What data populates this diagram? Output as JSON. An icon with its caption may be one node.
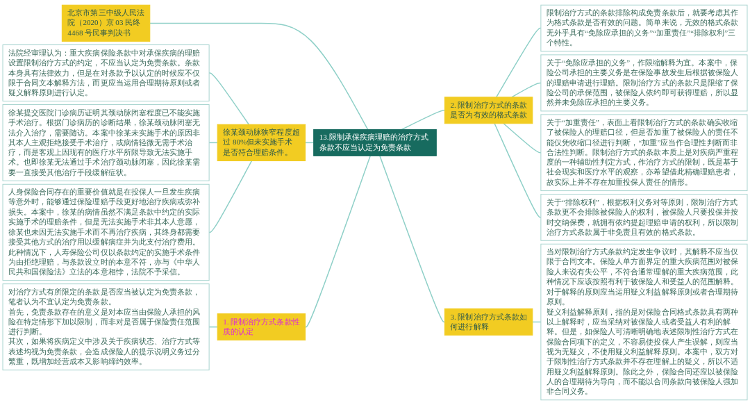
{
  "diagram": {
    "nodes": [
      {
        "text": [
          "13.限制承保疾病理赔的治疗方式条款不应当认定为免责条款"
        ]
      },
      {
        "text": [
          "北京市第三中级人民法院（2020）京 03 民终 4468 号民事判决书"
        ]
      },
      {
        "text": [
          "徐某颈动脉狭窄程度超过 80%但未实施手术是否符合理赔条件。"
        ]
      },
      {
        "text": [
          "法院经审理认为：重大疾病保险条款中对承保疾病的理赔设置限制治疗方式的约定，不应当认定为免责条款。条款本身具有法律效力，但是在对条款予以认定的时候应不仅限于合同文本解释方法，而更应当运用合理期待原则或者疑义解释原则进行认定。"
        ]
      },
      {
        "text": [
          "徐某提交医院门诊病历证明其颈动脉闭塞程度已不能实施手术治疗。根据门诊病历的诊断结果，徐某颈动脉闭塞无法介入治疗，需要随访。本案中徐某未实施手术的原因非其本人主观拒绝接受手术治疗，或病情轻微无需手术治疗，而是客观上因现有的医疗水平所限导致无法实施手术。也即徐某无法通过手术治疗颈动脉闭塞，因此徐某需要一直接受其他治疗手段缓解症状。"
        ]
      },
      {
        "text": [
          "人身保险合同存在的重要价值就是在投保人一旦发生疾病等意外时，能够通过保险理赔手段更好地治疗疾病或弥补损失。本案中，徐某的病情虽然不满足条款中约定的实际实施手术的理赔条件，但是无法实施手术非其本人意愿，徐某也未因无法实施手术而不再治疗疾病，其终身都需要接受其他方式的治疗用以缓解病症并为此支付治疗费用。此种情况下，人寿保险公司仅以条款约定的实施手术条件为由拒绝理赔，与条款设立时的本意不符，亦与《中华人民共和国保险法》立法的本意相悖，法院不予采信。"
        ]
      },
      {
        "text": [
          "2. 限制治疗方式的条款是否为有效的格式条款"
        ]
      },
      {
        "text": [
          "限制治疗方式的条款排除构成免责条款后，就要考虑其作为格式条款是否有效的问题。简单来说，无效的格式条款无外乎具有“免除应承担的义务”“加重责任”“排除权利”三个特性。"
        ]
      },
      {
        "text": [
          "关于“免除应承担的义务”，作限缩解释为宜。本案中，保险公司承担的主要义务是在保险事故发生后根据被保险人的理赔申请进行理赔。限制治疗方式的条款只是限缩了保险公司的承保范围，被保险人依约即可获得理赔，所以显然并未免除应承担的主要义务。"
        ]
      },
      {
        "text": [
          "关于“加重责任”，表面上看限制治疗方式的条款确实收缩了被保险人的理赔口径，但是否加重了被保险人的责任不能仅凭收缩口径进行判断，“加重”应当作合理性判断而非合法性判断。限制治疗方式的条款本质上是对疾病严重程度的一种辅助性判定方式，作治疗方式的限制，既是基于社会现实和医疗水平的观察，亦希望借此精确理赔患者，故实际上并不存在加重投保人责任的情形。"
        ]
      },
      {
        "text": [
          "关于“排除权利”，根据权利义务对等原则，限制治疗方式条款更不会排除被保险人的权利，被保险人只要投保并按时交纳保费，就拥有依约提起理赔申请的权利，所以限制治疗方式条款属于非免责且有效的格式条款。"
        ]
      },
      {
        "text": [
          "1. 限制治疗方式条款性质的认定"
        ]
      },
      {
        "text": [
          "对治疗方式有所限定的条款是否应当被认定为免责条款，笔者认为不宜认定为免责条款。",
          "首先，免责条款存在的意义是对本应当由保险人承担的风险在特定情形下加以限制，而非对是否属于保险责任范围进行判断。",
          "其次，如果将疾病定义中涉及关于疾病状态、治疗方式等表述均视为免责条款，会造成保险人的提示说明义务过分繁重，既增加经营成本又影响缔约效率。"
        ]
      },
      {
        "text": [
          "3. 限制治疗方式条款如何进行解释"
        ]
      },
      {
        "text": [
          "当对限制治疗方式条款约定发生争议时，其解释不应当仅限于合同文本。保险人单方面界定的重大疾病范围对被保险人来说有失公平，不符合通常理解的重大疾病范围，此种情况下应该按照有利于被保险人和受益人的范围解释。对于解释的原则应当运用疑义利益解释原则或者合理期待原则。",
          "疑义利益解释原则，指的是对保险合同格式条款具有两种以上解释时，应当采纳对被保险人或者受益人有利的解释。但是，如保险人可清晰明确地表述限制性治疗方式在保险合同项下的定义，不容易使投保人产生误解，则应当视为无疑义，不使用疑义利益解释原则。本案中，双方对于限制性治疗方式条款并不存在理解上的疑义，所以不适用疑义利益解释原则。除此之外，保险合同还应以被保险人的合理期待为导向，而不能以合同条款向被保险人强加非合同义务。"
        ]
      }
    ],
    "edges": [
      {
        "from": 1,
        "to": 0,
        "arrow": "none"
      },
      {
        "from": 2,
        "to": 0,
        "arrow": "none"
      },
      {
        "from": 3,
        "to": 2,
        "arrow": "none"
      },
      {
        "from": 4,
        "to": 2,
        "arrow": "none"
      },
      {
        "from": 5,
        "to": 2,
        "arrow": "none"
      },
      {
        "from": 0,
        "to": 6,
        "arrow": "none"
      },
      {
        "from": 6,
        "to": 7,
        "arrow": "none"
      },
      {
        "from": 6,
        "to": 8,
        "arrow": "none"
      },
      {
        "from": 6,
        "to": 9,
        "arrow": "none"
      },
      {
        "from": 6,
        "to": 10,
        "arrow": "none"
      },
      {
        "from": 11,
        "to": 0,
        "arrow": "none"
      },
      {
        "from": 12,
        "to": 11,
        "arrow": "none"
      },
      {
        "from": 0,
        "to": 13,
        "arrow": "none"
      },
      {
        "from": 13,
        "to": 14,
        "arrow": "none"
      }
    ]
  }
}
